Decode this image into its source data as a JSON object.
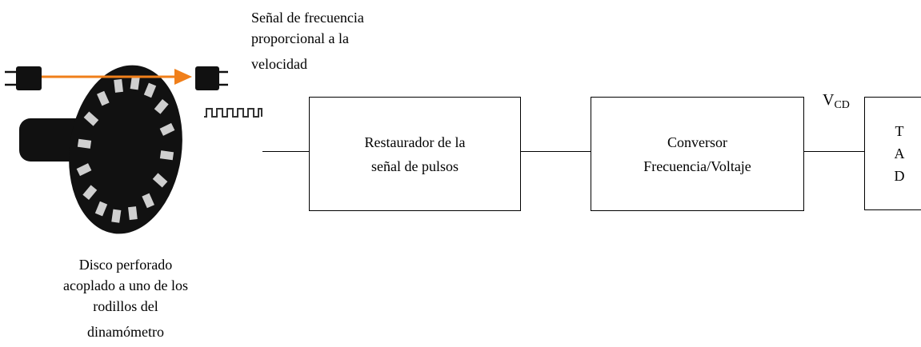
{
  "signal_label": [
    "Señal de frecuencia",
    "proporcional a la",
    "velocidad"
  ],
  "disk_caption": [
    "Disco perforado",
    "acoplado a uno de los",
    "rodillos del",
    "dinamómetro"
  ],
  "blocks": {
    "restaurador": [
      "Restaurador de la",
      "señal de pulsos"
    ],
    "conversor": [
      "Conversor",
      "Frecuencia/Voltaje"
    ]
  },
  "vcd": {
    "main": "V",
    "sub": "CD"
  },
  "tad_letters": [
    "T",
    "A",
    "D"
  ],
  "colors": {
    "arrow": "#f07f1a",
    "disk": "#111111",
    "holes": "#cfcfcf",
    "lines": "#000000"
  },
  "icons": [
    "light-emitter-icon",
    "light-sensor-icon",
    "perforated-disk-icon",
    "pulse-train-icon"
  ]
}
